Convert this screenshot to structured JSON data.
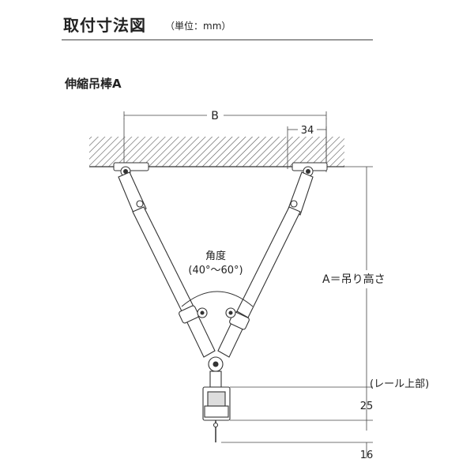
{
  "header": {
    "title": "取付寸法図",
    "unit": "（単位：mm）"
  },
  "section": {
    "title": "伸縮吊棒A"
  },
  "diagram": {
    "dim_b": "B",
    "dim_34": "34",
    "angle_label": "角度",
    "angle_range": "(40°〜60°)",
    "dim_a": "A＝吊り高さ",
    "rail_top": "(レール上部)",
    "dim_25": "25",
    "dim_16": "16"
  }
}
